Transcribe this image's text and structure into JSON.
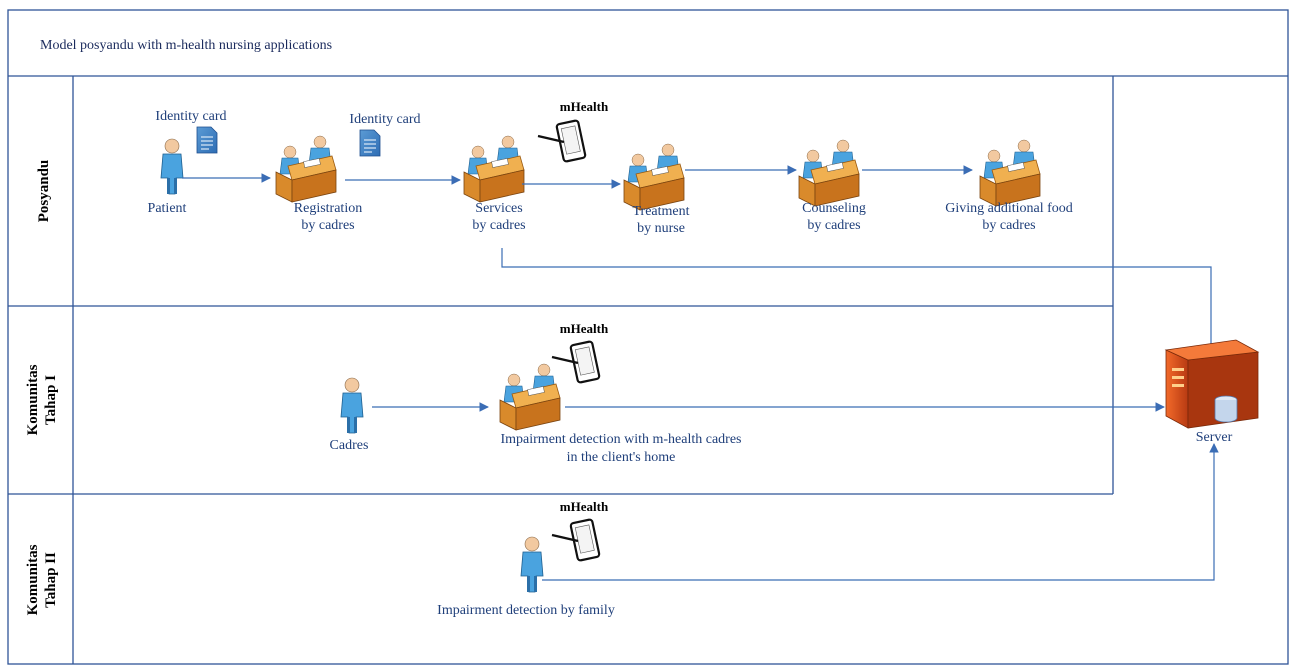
{
  "title": "Model posyandu with m-health nursing applications",
  "lanes": [
    {
      "label_line1": "Posyandu",
      "label_line2": ""
    },
    {
      "label_line1": "Komunitas",
      "label_line2": "Tahap I"
    },
    {
      "label_line1": "Komunitas",
      "label_line2": "Tahap II"
    }
  ],
  "documents": {
    "identity_card_1": "Identity card",
    "identity_card_2": "Identity card"
  },
  "mhealth_label": "mHealth",
  "posyandu_steps": {
    "patient": "Patient",
    "registration": [
      "Registration",
      "by cadres"
    ],
    "services": [
      "Services",
      "by cadres"
    ],
    "treatment": [
      "Treatment",
      "by nurse"
    ],
    "counseling": [
      "Counseling",
      "by cadres"
    ],
    "giving_food": [
      "Giving additional food",
      "by cadres"
    ]
  },
  "tahap1": {
    "cadres": "Cadres",
    "impairment": [
      "Impairment detection with m-health cadres",
      "in the client's home"
    ]
  },
  "tahap2": {
    "impairment_family": "Impairment detection by family"
  },
  "server": "Server",
  "colors": {
    "lane_border": "#2f5597",
    "arrow": "#3b6db5",
    "label_text": "#1f3f7a",
    "person_blue": "#4aa3df",
    "desk_orange": "#d98a2b",
    "server_red": "#d9531e"
  }
}
